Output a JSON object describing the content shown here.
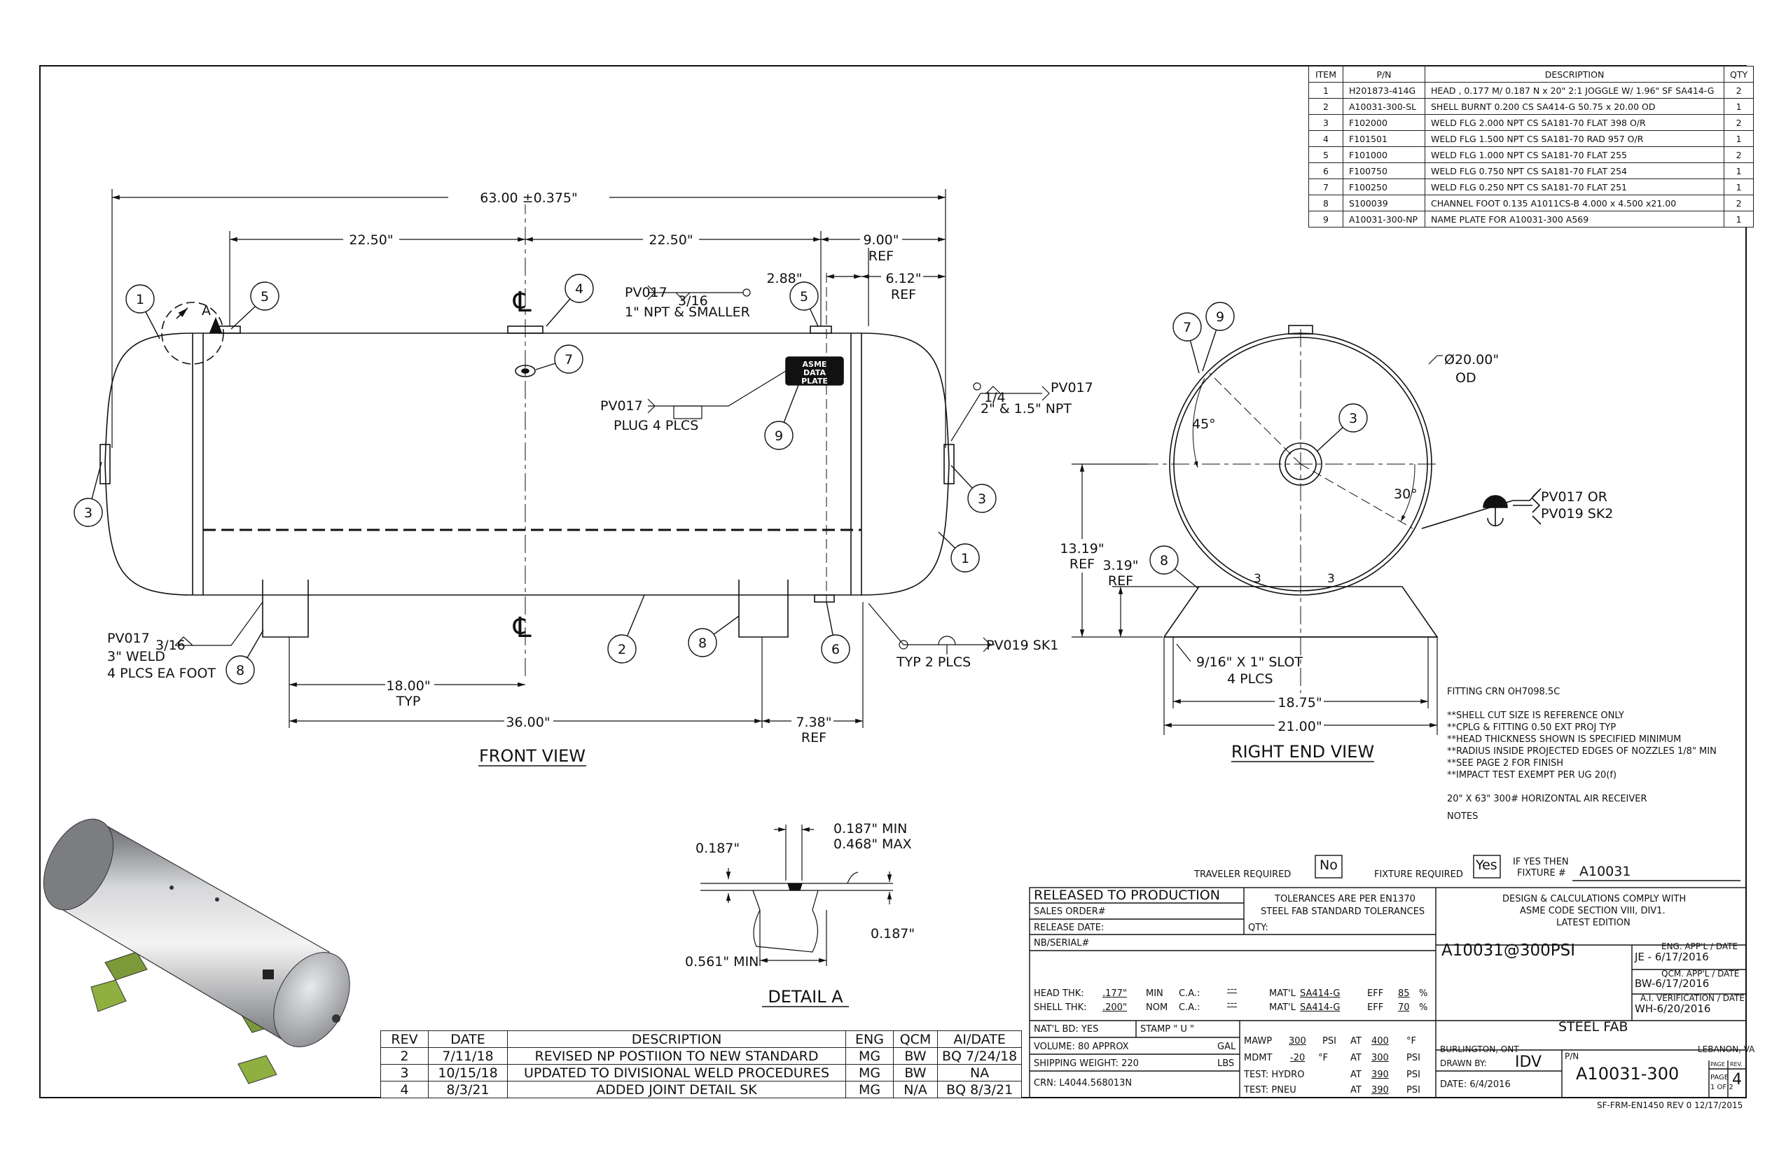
{
  "bom": {
    "headers": [
      "ITEM",
      "P/N",
      "DESCRIPTION",
      "QTY"
    ],
    "rows": [
      [
        "1",
        "H201873-414G",
        "HEAD , 0.177 M/ 0.187 N x 20\" 2:1 JOGGLE W/ 1.96\" SF SA414-G",
        "2"
      ],
      [
        "2",
        "A10031-300-SL",
        "SHELL BURNT 0.200 CS SA414-G 50.75 x 20.00 OD",
        "1"
      ],
      [
        "3",
        "F102000",
        "WELD FLG 2.000 NPT CS SA181-70 FLAT 398 O/R",
        "2"
      ],
      [
        "4",
        "F101501",
        "WELD FLG 1.500 NPT CS SA181-70 RAD 957 O/R",
        "1"
      ],
      [
        "5",
        "F101000",
        "WELD FLG 1.000 NPT CS SA181-70 FLAT 255",
        "2"
      ],
      [
        "6",
        "F100750",
        "WELD FLG 0.750 NPT CS SA181-70 FLAT 254",
        "1"
      ],
      [
        "7",
        "F100250",
        "WELD FLG 0.250 NPT CS SA181-70 FLAT 251",
        "1"
      ],
      [
        "8",
        "S100039",
        "CHANNEL FOOT 0.135 A1011CS-B 4.000 x 4.500 x21.00",
        "2"
      ],
      [
        "9",
        "A10031-300-NP",
        "NAME PLATE FOR A10031-300 A569",
        "1"
      ]
    ]
  },
  "front_view": {
    "title": "FRONT VIEW",
    "dims": {
      "overall": "63.00 ±0.375\"",
      "d1": "22.50\"",
      "d2": "22.50\"",
      "d3": "9.00\"",
      "d3_ref": "REF",
      "d4": "2.88\"",
      "d5": "6.12\"",
      "d5_ref": "REF",
      "d6": "18.00\"",
      "d6_typ": "TYP",
      "d7": "36.00\"",
      "d8": "7.38\"",
      "d8_ref": "REF"
    },
    "section_letter": "A",
    "centerline": "℄",
    "weld1_code": "PV017",
    "weld1_size": "3/16",
    "weld1_note": "1\" NPT & SMALLER",
    "weld2_code": "PV017",
    "weld2_size": "1/4",
    "weld2_note": "2\" & 1.5\" NPT",
    "plug_code": "PV017",
    "plug_note": "PLUG 4 PLCS",
    "foot_code": "PV017",
    "foot_size": "3/16",
    "foot_note1": "3\" WELD",
    "foot_note2": "4 PLCS EA FOOT",
    "sk1_code": "PV019 SK1",
    "sk1_note": "TYP 2 PLCS",
    "nameplate": [
      "ASME",
      "DATA",
      "PLATE"
    ]
  },
  "end_view": {
    "title": "RIGHT END VIEW",
    "dia": "Ø20.00\"",
    "dia_od": "OD",
    "ang1": "45°",
    "ang2": "30°",
    "pv_a": "PV017 OR",
    "pv_b": "PV019 SK2",
    "h1": "13.19\"",
    "h1_ref": "REF",
    "h2": "3.19\"",
    "h2_ref": "REF",
    "weld3a": "3",
    "weld3b": "3",
    "slot1": "9/16\" X 1\" SLOT",
    "slot2": "4 PLCS",
    "w1": "18.75\"",
    "w2": "21.00\""
  },
  "detail": {
    "title": "DETAIL  A",
    "t1": "0.187\" MIN",
    "t2": "0.468\" MAX",
    "t3": "0.187\"",
    "t4": "0.187\"",
    "t5": "0.561\" MIN"
  },
  "notes": {
    "crn": "FITTING CRN OH7098.5C",
    "lines": [
      "**SHELL CUT SIZE IS REFERENCE ONLY",
      "**CPLG & FITTING 0.50 EXT PROJ TYP",
      "**HEAD THICKNESS SHOWN IS SPECIFIED MINIMUM",
      "**RADIUS INSIDE PROJECTED EDGES OF NOZZLES 1/8\" MIN",
      "**SEE PAGE 2 FOR FINISH",
      "**IMPACT TEST EXEMPT PER UG 20(f)"
    ],
    "desc": "20\" X 63\" 300# HORIZONTAL AIR RECEIVER",
    "label": "NOTES"
  },
  "revisions": {
    "headers": [
      "REV",
      "DATE",
      "DESCRIPTION",
      "ENG",
      "QCM",
      "AI/DATE"
    ],
    "rows": [
      [
        "2",
        "7/11/18",
        "REVISED NP POSTIION TO NEW STANDARD",
        "MG",
        "BW",
        "BQ 7/24/18"
      ],
      [
        "3",
        "10/15/18",
        "UPDATED TO DIVISIONAL WELD PROCEDURES",
        "MG",
        "BW",
        "NA"
      ],
      [
        "4",
        "8/3/21",
        "ADDED JOINT DETAIL SK",
        "MG",
        "N/A",
        "BQ 8/3/21"
      ]
    ]
  },
  "title_block": {
    "traveler_label": "TRAVELER REQUIRED",
    "traveler_val": "No",
    "fixture_label": "FIXTURE REQUIRED",
    "fixture_val": "Yes",
    "ifyes1": "IF YES THEN",
    "ifyes2": "FIXTURE #",
    "fixture_no": "A10031",
    "released": "RELEASED TO PRODUCTION",
    "sales_order": "SALES ORDER#",
    "release_date": "RELEASE DATE:",
    "nb_serial": "NB/SERIAL#",
    "tol1": "TOLERANCES ARE PER EN1370",
    "tol2": "STEEL FAB STANDARD TOLERANCES",
    "qty": "QTY:",
    "design1": "DESIGN & CALCULATIONS COMPLY WITH",
    "design2": "ASME CODE SECTION VIII, DIV1.",
    "design3": "LATEST EDITION",
    "model": "A10031@300PSI",
    "eng_label": "ENG. APP'L / DATE",
    "eng_val": "JE - 6/17/2016",
    "qcm_label": "QCM. APP'L / DATE",
    "qcm_val": "BW-6/17/2016",
    "ai_label": "A.I. VERIFICATION / DATE",
    "ai_val": "WH-6/20/2016",
    "head_thk": "HEAD THK:",
    "head_thk_v": ".177\"",
    "min": "MIN",
    "ca1": "C.A.:",
    "ca1_v": "---",
    "matl1": "MAT'L",
    "matl1_v": "SA414-G",
    "eff1": "EFF",
    "eff1_v": "85",
    "pct1": "%",
    "shell_thk": "SHELL THK:",
    "shell_thk_v": ".200\"",
    "nom": "NOM",
    "ca2": "C.A.:",
    "ca2_v": "---",
    "matl2": "MAT'L",
    "matl2_v": "SA414-G",
    "eff2": "EFF",
    "eff2_v": "70",
    "pct2": "%",
    "natl_bd": "NAT'L BD: YES",
    "stamp": "STAMP \"  U  \"",
    "volume": "VOLUME:  80 APPROX",
    "gal": "GAL",
    "ship_wt": "SHIPPING WEIGHT:  220",
    "lbs": "LBS",
    "crn": "CRN:  L4044.568013N",
    "mawp": "MAWP",
    "mawp_v": "300",
    "psi1": "PSI",
    "at1": "AT",
    "at1_v": "400",
    "degf1": "°F",
    "mdmt": "MDMT",
    "mdmt_v": "-20",
    "degf2": "°F",
    "at2": "AT",
    "at2_v": "300",
    "psi2": "PSI",
    "test1": "TEST:  HYDRO",
    "at3": "AT",
    "at3_v": "390",
    "psi3": "PSI",
    "test2": "TEST:  PNEU",
    "at4": "AT",
    "at4_v": "390",
    "psi4": "PSI",
    "company": "STEEL FAB",
    "city1": "BURLINGTON, ONT",
    "city2": "LEBANON, VA",
    "drawn_by": "DRAWN BY:",
    "drawn_val": "IDV",
    "pn_label": "P/N",
    "pn": "A10031-300",
    "date_label": "DATE:  6/4/2016",
    "page": "PAGE",
    "page_v": "1 OF 2",
    "rev": "REV.",
    "rev_v": "4",
    "page2": "PAGE",
    "form": "SF-FRM-EN1450  REV 0 12/17/2015"
  }
}
